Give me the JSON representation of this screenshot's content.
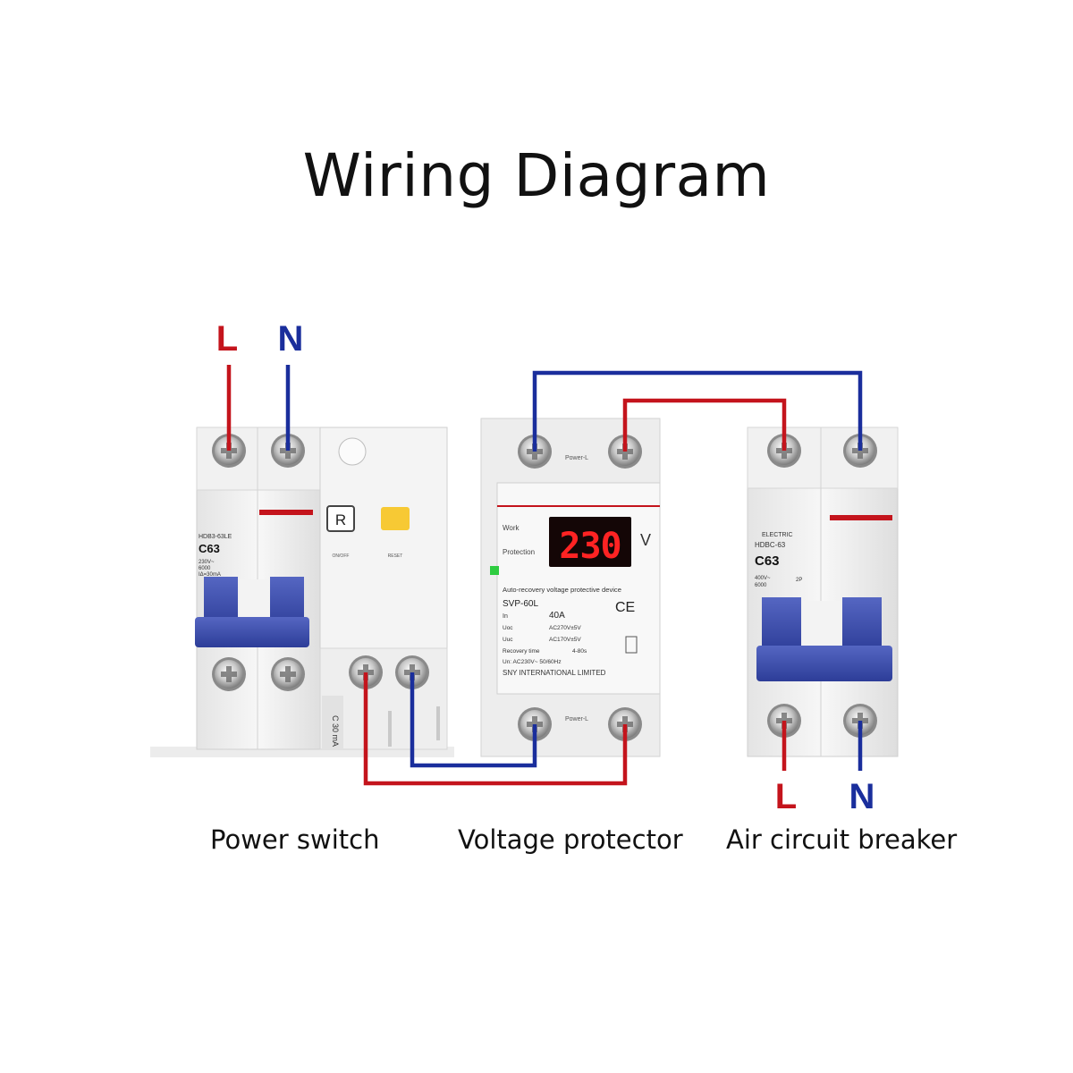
{
  "title": "Wiring Diagram",
  "colors": {
    "line": "#c4141c",
    "neutral": "#1a2e9c",
    "handle": "#3d4fb0",
    "display_bg": "#140606",
    "display_digit": "#ff2323"
  },
  "power_switch": {
    "caption": "Power switch",
    "mcb_model": "HDB3-63LE",
    "mcb_rating": "C63",
    "mcb_spec_line1": "230V~",
    "mcb_spec_line2": "6000",
    "mcb_spec_line3": "IΔ=30mA",
    "test_button": "R",
    "label_left": "ON/OFF",
    "label_right": "RESET",
    "side_label": "C 30 mA"
  },
  "voltage_protector": {
    "caption": "Voltage protector",
    "top_label": "Power-L",
    "bottom_label": "Power-L",
    "status_work": "Work",
    "status_protection": "Protection",
    "display_value": "230",
    "display_unit": "V",
    "device_name": "Auto-recovery voltage protective device",
    "model": "SVP-60L",
    "rating_label": "In",
    "rating": "40A",
    "ce_mark": "CE",
    "spec1_label": "Uoc",
    "spec1_value": "AC270V±5V",
    "spec2_label": "Uuc",
    "spec2_value": "AC170V±5V",
    "spec3_label": "Recovery time",
    "spec3_value": "4-80s",
    "spec4": "Un: AC230V~ 50/60Hz",
    "maker": "SNY INTERNATIONAL LIMITED"
  },
  "air_circuit_breaker": {
    "caption": "Air circuit breaker",
    "brand": "ELECTRIC",
    "model": "HDBC-63",
    "rating": "C63",
    "spec_line1": "400V~",
    "spec_line2": "6000",
    "spec_line3": "2P"
  },
  "terminals": {
    "input_l": "L",
    "input_n": "N",
    "output_l": "L",
    "output_n": "N"
  }
}
